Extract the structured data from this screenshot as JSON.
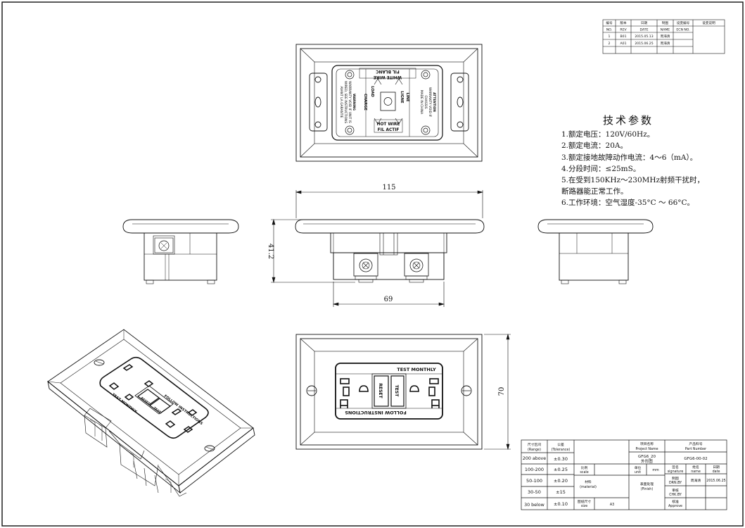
{
  "revision_table": {
    "header_cn": [
      "编号",
      "版本",
      "日期",
      "制图",
      "设变编号",
      "设变说明"
    ],
    "header_en": [
      "NO.",
      "REV",
      "DATE",
      "NAME",
      "ECN NO.",
      ""
    ],
    "rows": [
      [
        "1",
        "B01",
        "2015.05.13",
        "周海清",
        "",
        ""
      ],
      [
        "2",
        "A01",
        "2015.06.25",
        "周海清",
        "",
        ""
      ]
    ]
  },
  "specs": {
    "title": "技术参数",
    "lines": [
      "1.额定电压：120V/60Hz。",
      "2.额定电流：20A。",
      "3.额定接地故障动作电流：4～6（mA）。",
      "4.分段时间：≤25mS。",
      "5.在受到150KHz～230MHz射频干扰时，",
      "断路器能正常工作。",
      "6.工作环境：空气湿度-35°C ～ 66°C。"
    ]
  },
  "top_view": {
    "warning": [
      "WARNING",
      "WARRANTY VOID IF UNIT IS",
      "WIRED, SEE INSTRUCTIONS",
      "AVANT LA GARANTIE"
    ],
    "white_wire": "WHITE WIRE",
    "fil_blanc": "FIL BLANC",
    "load": "LOAD",
    "charge": "CHARGE",
    "line": "LINE",
    "ligne": "LIGNE",
    "attention": [
      "ATTENTION",
      "WARRANTY VOID IF",
      "CHASSIS",
      "MADE IN CHINA"
    ],
    "hot_wire": "HOT WIRE",
    "fil_actif": "FIL ACTIF",
    "made_in": "MADE IN CHINA"
  },
  "dimensions": {
    "width_top": "115",
    "height_side": "41.2",
    "width_body": "69",
    "height_front": "70"
  },
  "front_view": {
    "test_monthly": "TEST  MONTHLY",
    "reset": "RESET",
    "test": "TEST",
    "follow_instructions": "FOLLOW  INSTRUCTIONS"
  },
  "iso_view": {
    "test_monthly": "TEST MONTHLY",
    "follow": "FOLLOW INSTRUCTIONS",
    "reset": "RESET",
    "test": "TEST"
  },
  "title_block": {
    "range_header": [
      "尺寸区间",
      "(Range)"
    ],
    "tolerance_header": [
      "公差",
      "(Tolerance)"
    ],
    "rows": [
      {
        "range": "200 above",
        "tol": "±0.30"
      },
      {
        "range": "100-200",
        "tol": "±0.25"
      },
      {
        "range": "50-100",
        "tol": "±0.20"
      },
      {
        "range": "30-50",
        "tol": "±15"
      },
      {
        "range": "30 below",
        "tol": "±0.10"
      }
    ],
    "project_name_label": [
      "项目名称",
      "Project Name"
    ],
    "part_number_label": [
      "产品料号",
      "Part Number"
    ],
    "project_name": "GFG6_20",
    "project_subtitle": "外形图",
    "part_number": "GFG6-00-02",
    "scale_label": [
      "比例",
      "scale"
    ],
    "unit_label": [
      "单位",
      "unit"
    ],
    "unit_value": "mm",
    "signature_label": [
      "签名",
      "signature"
    ],
    "name_label": [
      "姓名",
      "name"
    ],
    "date_label": [
      "日期",
      "date"
    ],
    "material_label": [
      "材料",
      "(material)"
    ],
    "finish_label": [
      "表面处理",
      "(Finish)"
    ],
    "drawn_label": [
      "制图",
      "DRN.BY"
    ],
    "drawn_name": "周海清",
    "drawn_date": "2015.06.25",
    "checked_label": [
      "审核",
      "CHK.BY"
    ],
    "approved_label": [
      "核准",
      "Approve"
    ],
    "size_label": [
      "图纸尺寸",
      "size"
    ],
    "size_value": "A3"
  }
}
